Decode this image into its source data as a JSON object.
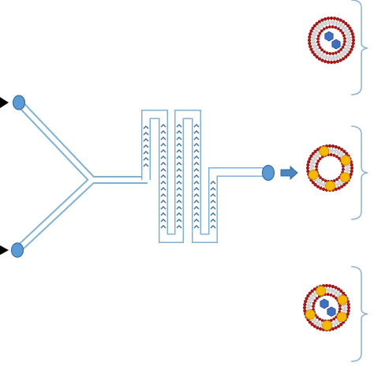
{
  "diagram": {
    "inlets": [
      {
        "name": "inlet-top",
        "arrow": true
      },
      {
        "name": "inlet-bottom",
        "arrow": true
      }
    ],
    "channel": {
      "type": "y-junction serpentine micromixer",
      "herringbone_mixing": true
    },
    "outlet": {
      "name": "outlet",
      "arrow_to_products": true
    },
    "products": [
      {
        "name": "liposome-hydrophilic-cargo",
        "cargo": [
          "hexagon",
          "hexagon"
        ],
        "membrane_cargo": []
      },
      {
        "name": "liposome-membrane-cargo",
        "cargo": [],
        "membrane_cargo": [
          "circle",
          "circle",
          "circle",
          "circle",
          "circle"
        ]
      },
      {
        "name": "liposome-dual-cargo",
        "cargo": [
          "hexagon",
          "hexagon"
        ],
        "membrane_cargo": [
          "circle",
          "circle",
          "circle",
          "circle",
          "circle"
        ]
      }
    ],
    "colors": {
      "channel": "#7fb0d6",
      "node": "#5b9bd5",
      "node_stroke": "#3a6e9e",
      "chevron": "#3c6e93",
      "arrow": "#4a87c0",
      "lipid_head": "#a11818",
      "lipid_tail": "#cfcfcf",
      "hydrophilic_cargo": "#3f6fbf",
      "membrane_cargo": "#f5b800",
      "bracket": "#8fb4d6"
    }
  }
}
